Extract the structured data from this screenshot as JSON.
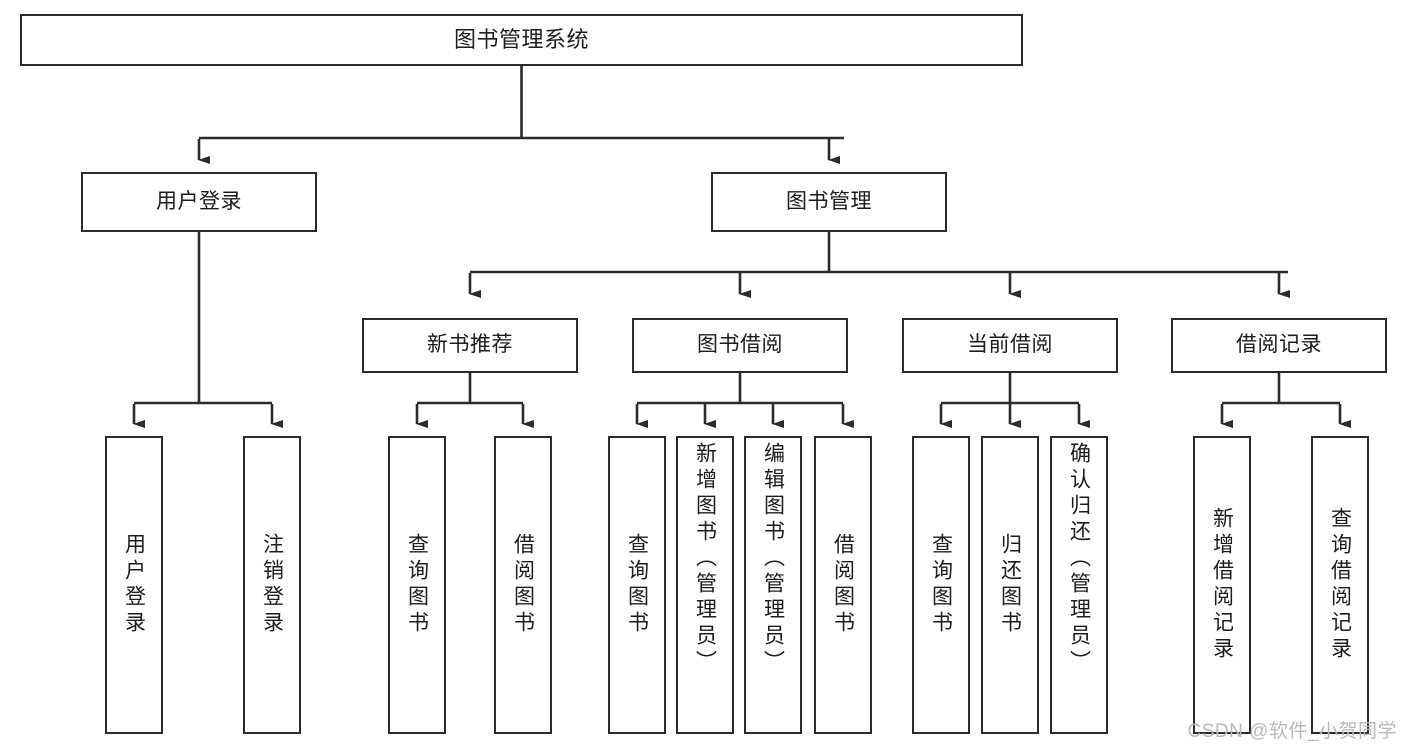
{
  "diagram": {
    "title": "图书管理系统",
    "type": "tree",
    "watermark": "CSDN @软件_小贺同学",
    "colors": {
      "stroke": "#2b2b2b",
      "fill": "#ffffff",
      "text": "#1c1c1c",
      "watermark": "#b9b9b9"
    },
    "levels": [
      {
        "name": "root",
        "nodes": [
          {
            "id": "n0",
            "label": "图书管理系统"
          }
        ]
      },
      {
        "name": "modules",
        "nodes": [
          {
            "id": "n1",
            "label": "用户登录"
          },
          {
            "id": "n2",
            "label": "图书管理"
          }
        ]
      },
      {
        "name": "submodules",
        "nodes": [
          {
            "id": "n3",
            "label": "新书推荐"
          },
          {
            "id": "n4",
            "label": "图书借阅"
          },
          {
            "id": "n5",
            "label": "当前借阅"
          },
          {
            "id": "n6",
            "label": "借阅记录"
          }
        ]
      },
      {
        "name": "functions",
        "nodes": [
          {
            "id": "n7",
            "label": "用户登录"
          },
          {
            "id": "n8",
            "label": "注销登录"
          },
          {
            "id": "n9",
            "label": "查询图书"
          },
          {
            "id": "n10",
            "label": "借阅图书"
          },
          {
            "id": "n11",
            "label": "查询图书"
          },
          {
            "id": "n12",
            "label": "新增图书（管理员）"
          },
          {
            "id": "n13",
            "label": "编辑图书（管理员）"
          },
          {
            "id": "n14",
            "label": "借阅图书"
          },
          {
            "id": "n15",
            "label": "查询图书"
          },
          {
            "id": "n16",
            "label": "归还图书"
          },
          {
            "id": "n17",
            "label": "确认归还（管理员）"
          },
          {
            "id": "n18",
            "label": "新增借阅记录"
          },
          {
            "id": "n19",
            "label": "查询借阅记录"
          }
        ]
      }
    ],
    "edges": [
      {
        "from": "n0",
        "to": "n1"
      },
      {
        "from": "n0",
        "to": "n2"
      },
      {
        "from": "n1",
        "to": "n7"
      },
      {
        "from": "n1",
        "to": "n8"
      },
      {
        "from": "n2",
        "to": "n3"
      },
      {
        "from": "n2",
        "to": "n4"
      },
      {
        "from": "n2",
        "to": "n5"
      },
      {
        "from": "n2",
        "to": "n6"
      },
      {
        "from": "n3",
        "to": "n9"
      },
      {
        "from": "n3",
        "to": "n10"
      },
      {
        "from": "n4",
        "to": "n11"
      },
      {
        "from": "n4",
        "to": "n12"
      },
      {
        "from": "n4",
        "to": "n13"
      },
      {
        "from": "n4",
        "to": "n14"
      },
      {
        "from": "n5",
        "to": "n15"
      },
      {
        "from": "n5",
        "to": "n16"
      },
      {
        "from": "n5",
        "to": "n17"
      },
      {
        "from": "n6",
        "to": "n18"
      },
      {
        "from": "n6",
        "to": "n19"
      }
    ]
  }
}
